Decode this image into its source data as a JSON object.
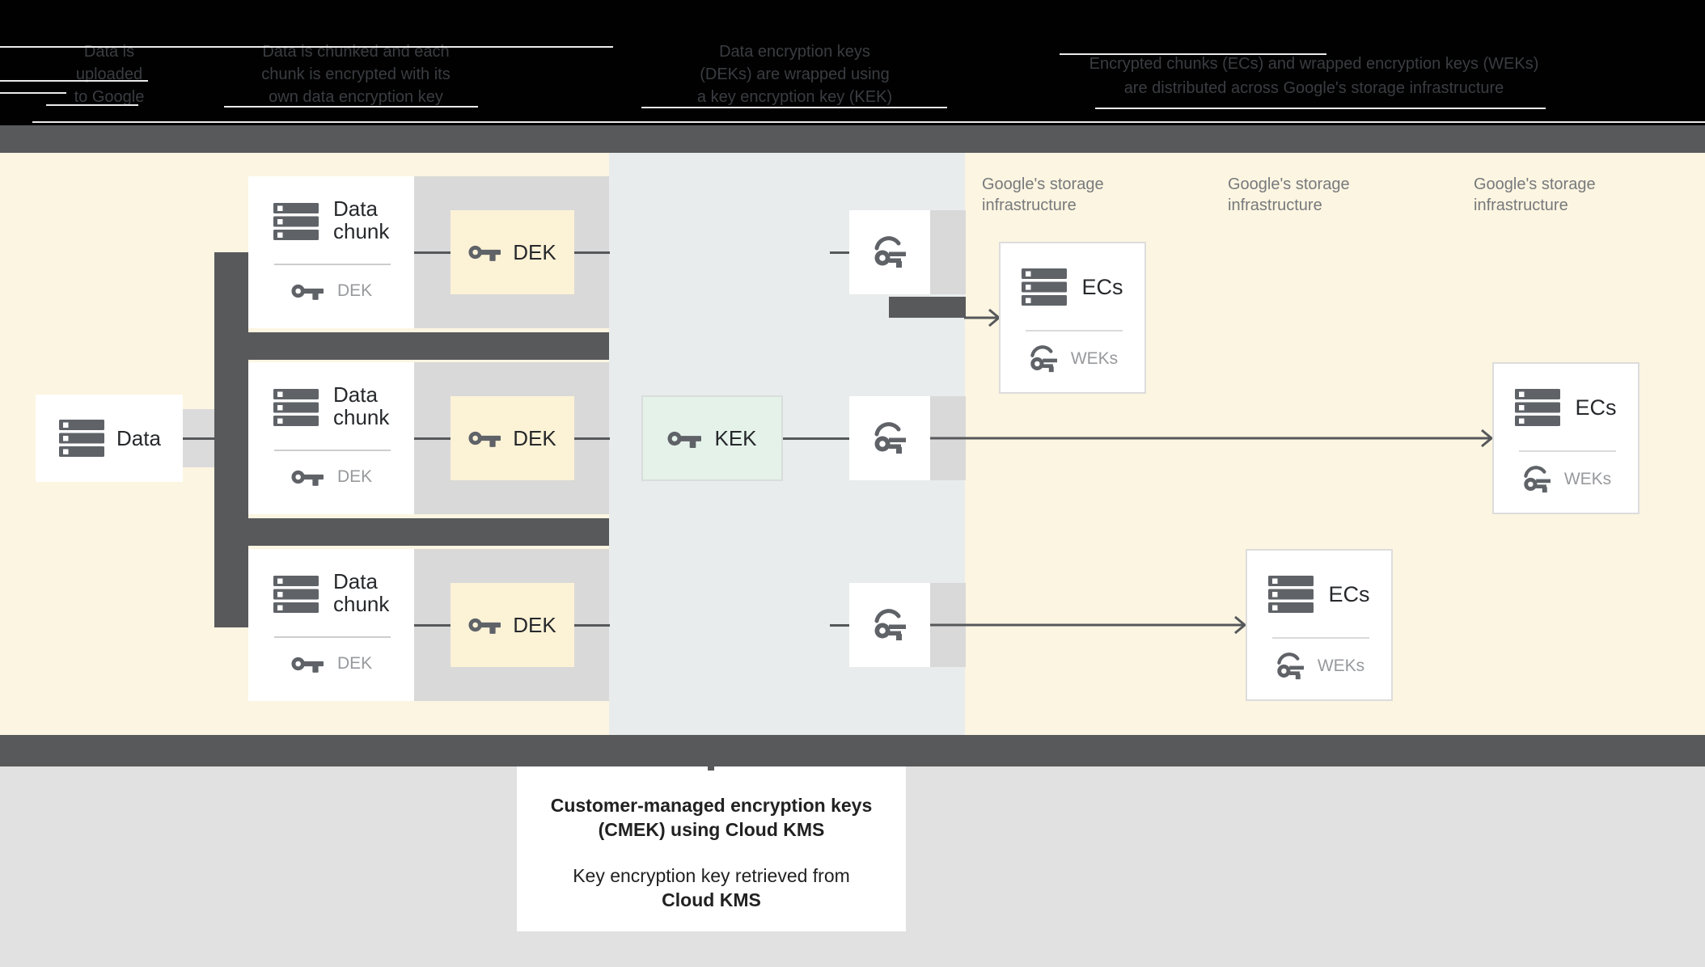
{
  "header": {
    "columns": [
      {
        "lines": [
          "Data is",
          "uploaded",
          "to Google"
        ]
      },
      {
        "lines": [
          "Data is chunked and each",
          "chunk is encrypted with its",
          "own data encryption key"
        ]
      },
      {
        "lines": [
          "Data encryption keys",
          "(DEKs) are wrapped using",
          "a key encryption key (KEK)"
        ]
      },
      {
        "lines": [
          "Encrypted chunks (ECs) and wrapped encryption keys (WEKs)",
          "are distributed across Google's storage infrastructure"
        ]
      }
    ]
  },
  "storage_label": {
    "line1": "Google's storage",
    "line2": "infrastructure"
  },
  "data_box": {
    "label": "Data"
  },
  "chunk_box": {
    "title_line1": "Data",
    "title_line2": "chunk",
    "key_label": "DEK"
  },
  "dek_box": {
    "label": "DEK"
  },
  "kek_box": {
    "label": "KEK"
  },
  "ecs_box": {
    "label": "ECs",
    "key_label": "WEKs"
  },
  "cmek_note": {
    "p1_line1": "Customer-managed encryption keys",
    "p1_line2": "(CMEK) using Cloud KMS",
    "p2_line1": "Key encryption key retrieved from",
    "p2_line2": "Cloud KMS"
  },
  "colors": {
    "header_bg": "#010101",
    "dark_gray": "#58595B",
    "yellow_bg": "#FCF5E1",
    "blue_gray_bg": "#E8ECEC",
    "dek_yellow": "#FCF2D6",
    "kek_green": "#E5F2EA",
    "icon_gray": "#5F6368",
    "muted_text": "#97999C"
  }
}
